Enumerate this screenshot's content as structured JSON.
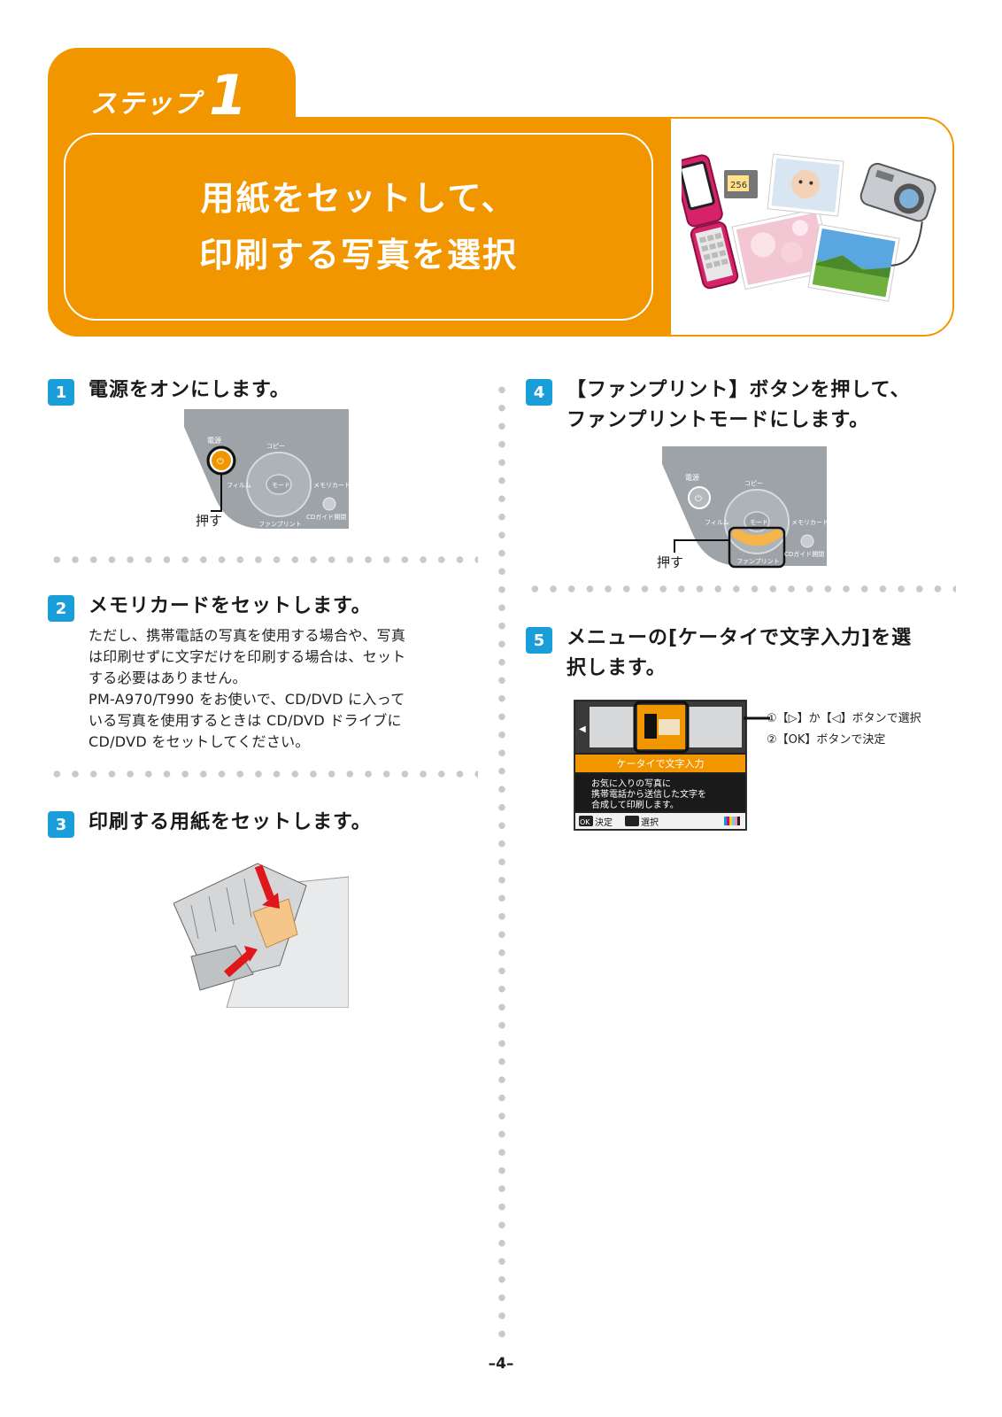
{
  "header": {
    "step_label": "ステップ",
    "step_number": "1",
    "title_line1": "用紙をセットして、",
    "title_line2": "印刷する写真を選択",
    "card_capacity": "256"
  },
  "steps": [
    {
      "number": "1",
      "title": "電源をオンにします。",
      "figure": {
        "callout": "押す",
        "labels": {
          "power": "電源",
          "copy": "コピー",
          "film": "フィルム",
          "mode": "モード",
          "memory": "メモリカード",
          "funprint": "ファンプリント",
          "cd": "CDガイド開閉"
        }
      }
    },
    {
      "number": "2",
      "title": "メモリカードをセットします。",
      "body_lines": [
        "ただし、携帯電話の写真を使用する場合や、写真",
        "は印刷せずに文字だけを印刷する場合は、セット",
        "する必要はありません。",
        "PM-A970/T990 をお使いで、CD/DVD に入って",
        "いる写真を使用するときは CD/DVD ドライブに",
        "CD/DVD をセットしてください。"
      ]
    },
    {
      "number": "3",
      "title": "印刷する用紙をセットします。"
    },
    {
      "number": "4",
      "title_line1": "【ファンプリント】ボタンを押して、",
      "title_line2": "ファンプリントモードにします。",
      "figure": {
        "callout": "押す",
        "labels": {
          "power": "電源",
          "copy": "コピー",
          "film": "フィルム",
          "mode": "モード",
          "memory": "メモリカード",
          "funprint": "ファンプリント",
          "cd": "CDガイド開閉"
        }
      }
    },
    {
      "number": "5",
      "title_line1": "メニューの[ケータイで文字入力]を選",
      "title_line2": "択します。",
      "screen": {
        "menu_label": "ケータイで文字入力",
        "desc_lines": [
          "お気に入りの写真に",
          "携帯電話から送信した文字を",
          "合成して印刷します。"
        ],
        "ok_badge": "OK",
        "ok_label": "決定",
        "select_label": "選択"
      },
      "notes": [
        "①【▷】か【◁】ボタンで選択",
        "②【OK】ボタンで決定"
      ]
    }
  ],
  "footer": {
    "page_number": "–4–"
  }
}
